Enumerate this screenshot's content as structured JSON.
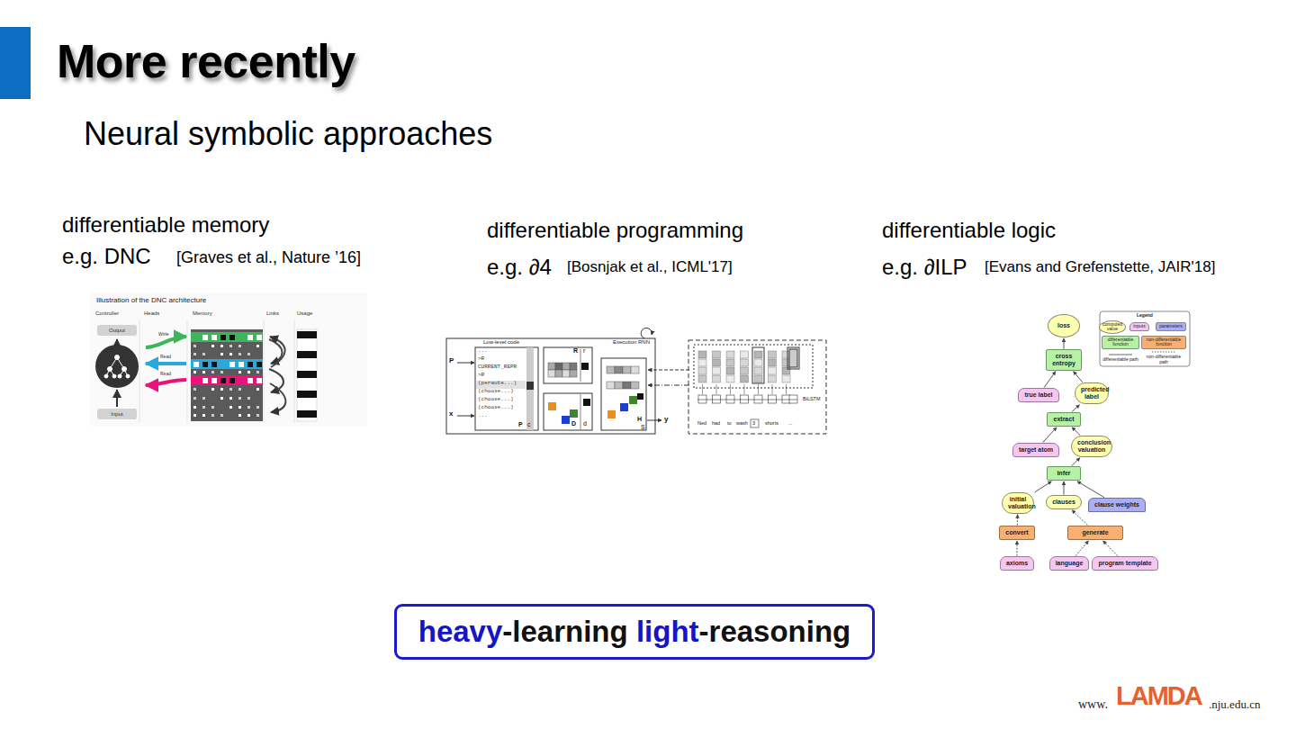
{
  "diagram": {
    "title": "More recently",
    "nodes": [
      {
        "text": [
          "Output"
        ]
      },
      {
        "text": [
          "Input"
        ]
      },
      {
        "text": [
          "loss"
        ]
      },
      {
        "text": [
          "cross entropy"
        ]
      },
      {
        "text": [
          "true label"
        ]
      },
      {
        "text": [
          "predicted label"
        ]
      },
      {
        "text": [
          "extract"
        ]
      },
      {
        "text": [
          "target atom"
        ]
      },
      {
        "text": [
          "conclusion valuation"
        ]
      },
      {
        "text": [
          "infer"
        ]
      },
      {
        "text": [
          "initial valuation"
        ]
      },
      {
        "text": [
          "clauses"
        ]
      },
      {
        "text": [
          "clause weights"
        ]
      },
      {
        "text": [
          "convert"
        ]
      },
      {
        "text": [
          "generate"
        ]
      },
      {
        "text": [
          "axioms"
        ]
      },
      {
        "text": [
          "language"
        ]
      },
      {
        "text": [
          "program template"
        ]
      },
      {
        "text": [
          "heavy",
          "-learning",
          "light",
          "-reasoning"
        ]
      }
    ],
    "edges": [
      {
        "from": 3,
        "to": 2,
        "arrow": "to"
      },
      {
        "from": 4,
        "to": 3,
        "arrow": "to"
      },
      {
        "from": 5,
        "to": 3,
        "arrow": "to"
      },
      {
        "from": 6,
        "to": 5,
        "arrow": "to"
      },
      {
        "from": 7,
        "to": 6,
        "arrow": "to"
      },
      {
        "from": 8,
        "to": 6,
        "arrow": "to"
      },
      {
        "from": 9,
        "to": 8,
        "arrow": "to"
      },
      {
        "from": 10,
        "to": 9,
        "arrow": "to"
      },
      {
        "from": 11,
        "to": 9,
        "arrow": "to"
      },
      {
        "from": 12,
        "to": 9,
        "arrow": "to"
      },
      {
        "from": 13,
        "to": 10,
        "arrow": "to"
      },
      {
        "from": 14,
        "to": 11,
        "arrow": "to"
      },
      {
        "from": 15,
        "to": 13,
        "arrow": "to"
      },
      {
        "from": 16,
        "to": 14,
        "arrow": "to"
      },
      {
        "from": 17,
        "to": 14,
        "arrow": "to"
      }
    ],
    "labels": [
      "Neural symbolic approaches",
      "differentiable memory",
      "e.g. DNC",
      "[Graves et al., Nature ’16]",
      "differentiable programming",
      "e.g. ∂4",
      "[Bosnjak et al., ICML'17]",
      "differentiable logic",
      "e.g. ∂ILP",
      "[Evans and Grefenstette, JAIR'18]",
      "Illustration of the DNC architecture",
      "Controller",
      "Heads",
      "Memory",
      "Links",
      "Usage",
      "Write",
      "Read",
      "Read",
      "Low-level code",
      "Execution RNN",
      "...",
      ">R",
      "CURRENT_REPR",
      ">R",
      "(permute...)",
      "(choose...)",
      "(choose...)",
      "(choose...)",
      "...",
      "P",
      "c",
      "R",
      "r",
      "D",
      "d",
      "H",
      "S",
      "P",
      "x",
      "y",
      "Ned",
      "had",
      "to",
      "wash",
      "3",
      "shorts",
      "...",
      "BiLSTM",
      "Legend",
      "www.",
      "LAMDA",
      ".nju.edu.cn"
    ],
    "legend": [
      {
        "text": "computed value",
        "color": "#ffffb0"
      },
      {
        "text": "inputs",
        "color": "#f6c6f2"
      },
      {
        "text": "parameters",
        "color": "#a9aef5"
      },
      {
        "text": "differentiable function",
        "color": "#b6f1a6"
      },
      {
        "text": "non-differentiable function",
        "color": "#f7b072"
      },
      {
        "text": "differentiable path"
      },
      {
        "text": "non-differentiable path"
      }
    ]
  }
}
